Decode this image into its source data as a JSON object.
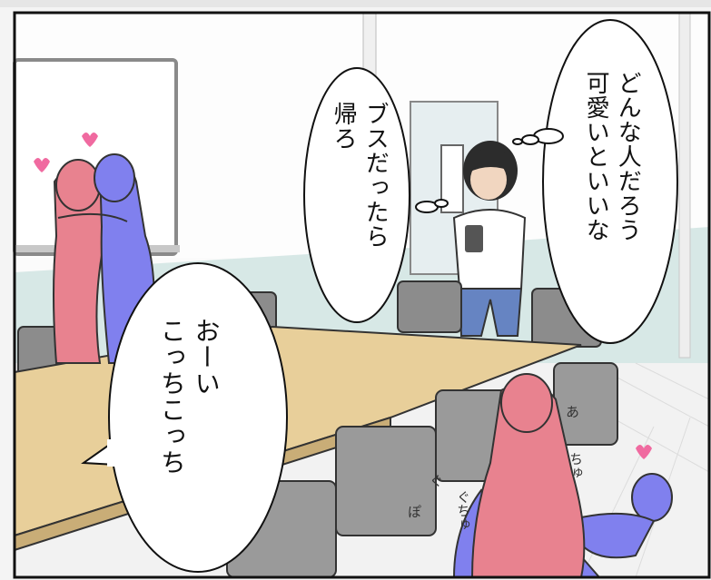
{
  "bubbles": {
    "thought_right": [
      "どんな人だろう",
      "可愛いといいな"
    ],
    "thought_middle": [
      "ブスだったら",
      "帰ろ"
    ],
    "speech": [
      "おーい",
      "こっちこっち"
    ]
  },
  "sfx": {
    "top": "あ",
    "middle": "ぐ",
    "kuchu": "ぐちゅ",
    "chu": "ちゅ",
    "bottom": "ぽ"
  },
  "colors": {
    "pink_figure": "#e8828f",
    "blue_figure": "#8080ee",
    "table": "#e8cf9a",
    "wall_stripe": "#d7e8e6",
    "heart": "#f06aa0"
  }
}
